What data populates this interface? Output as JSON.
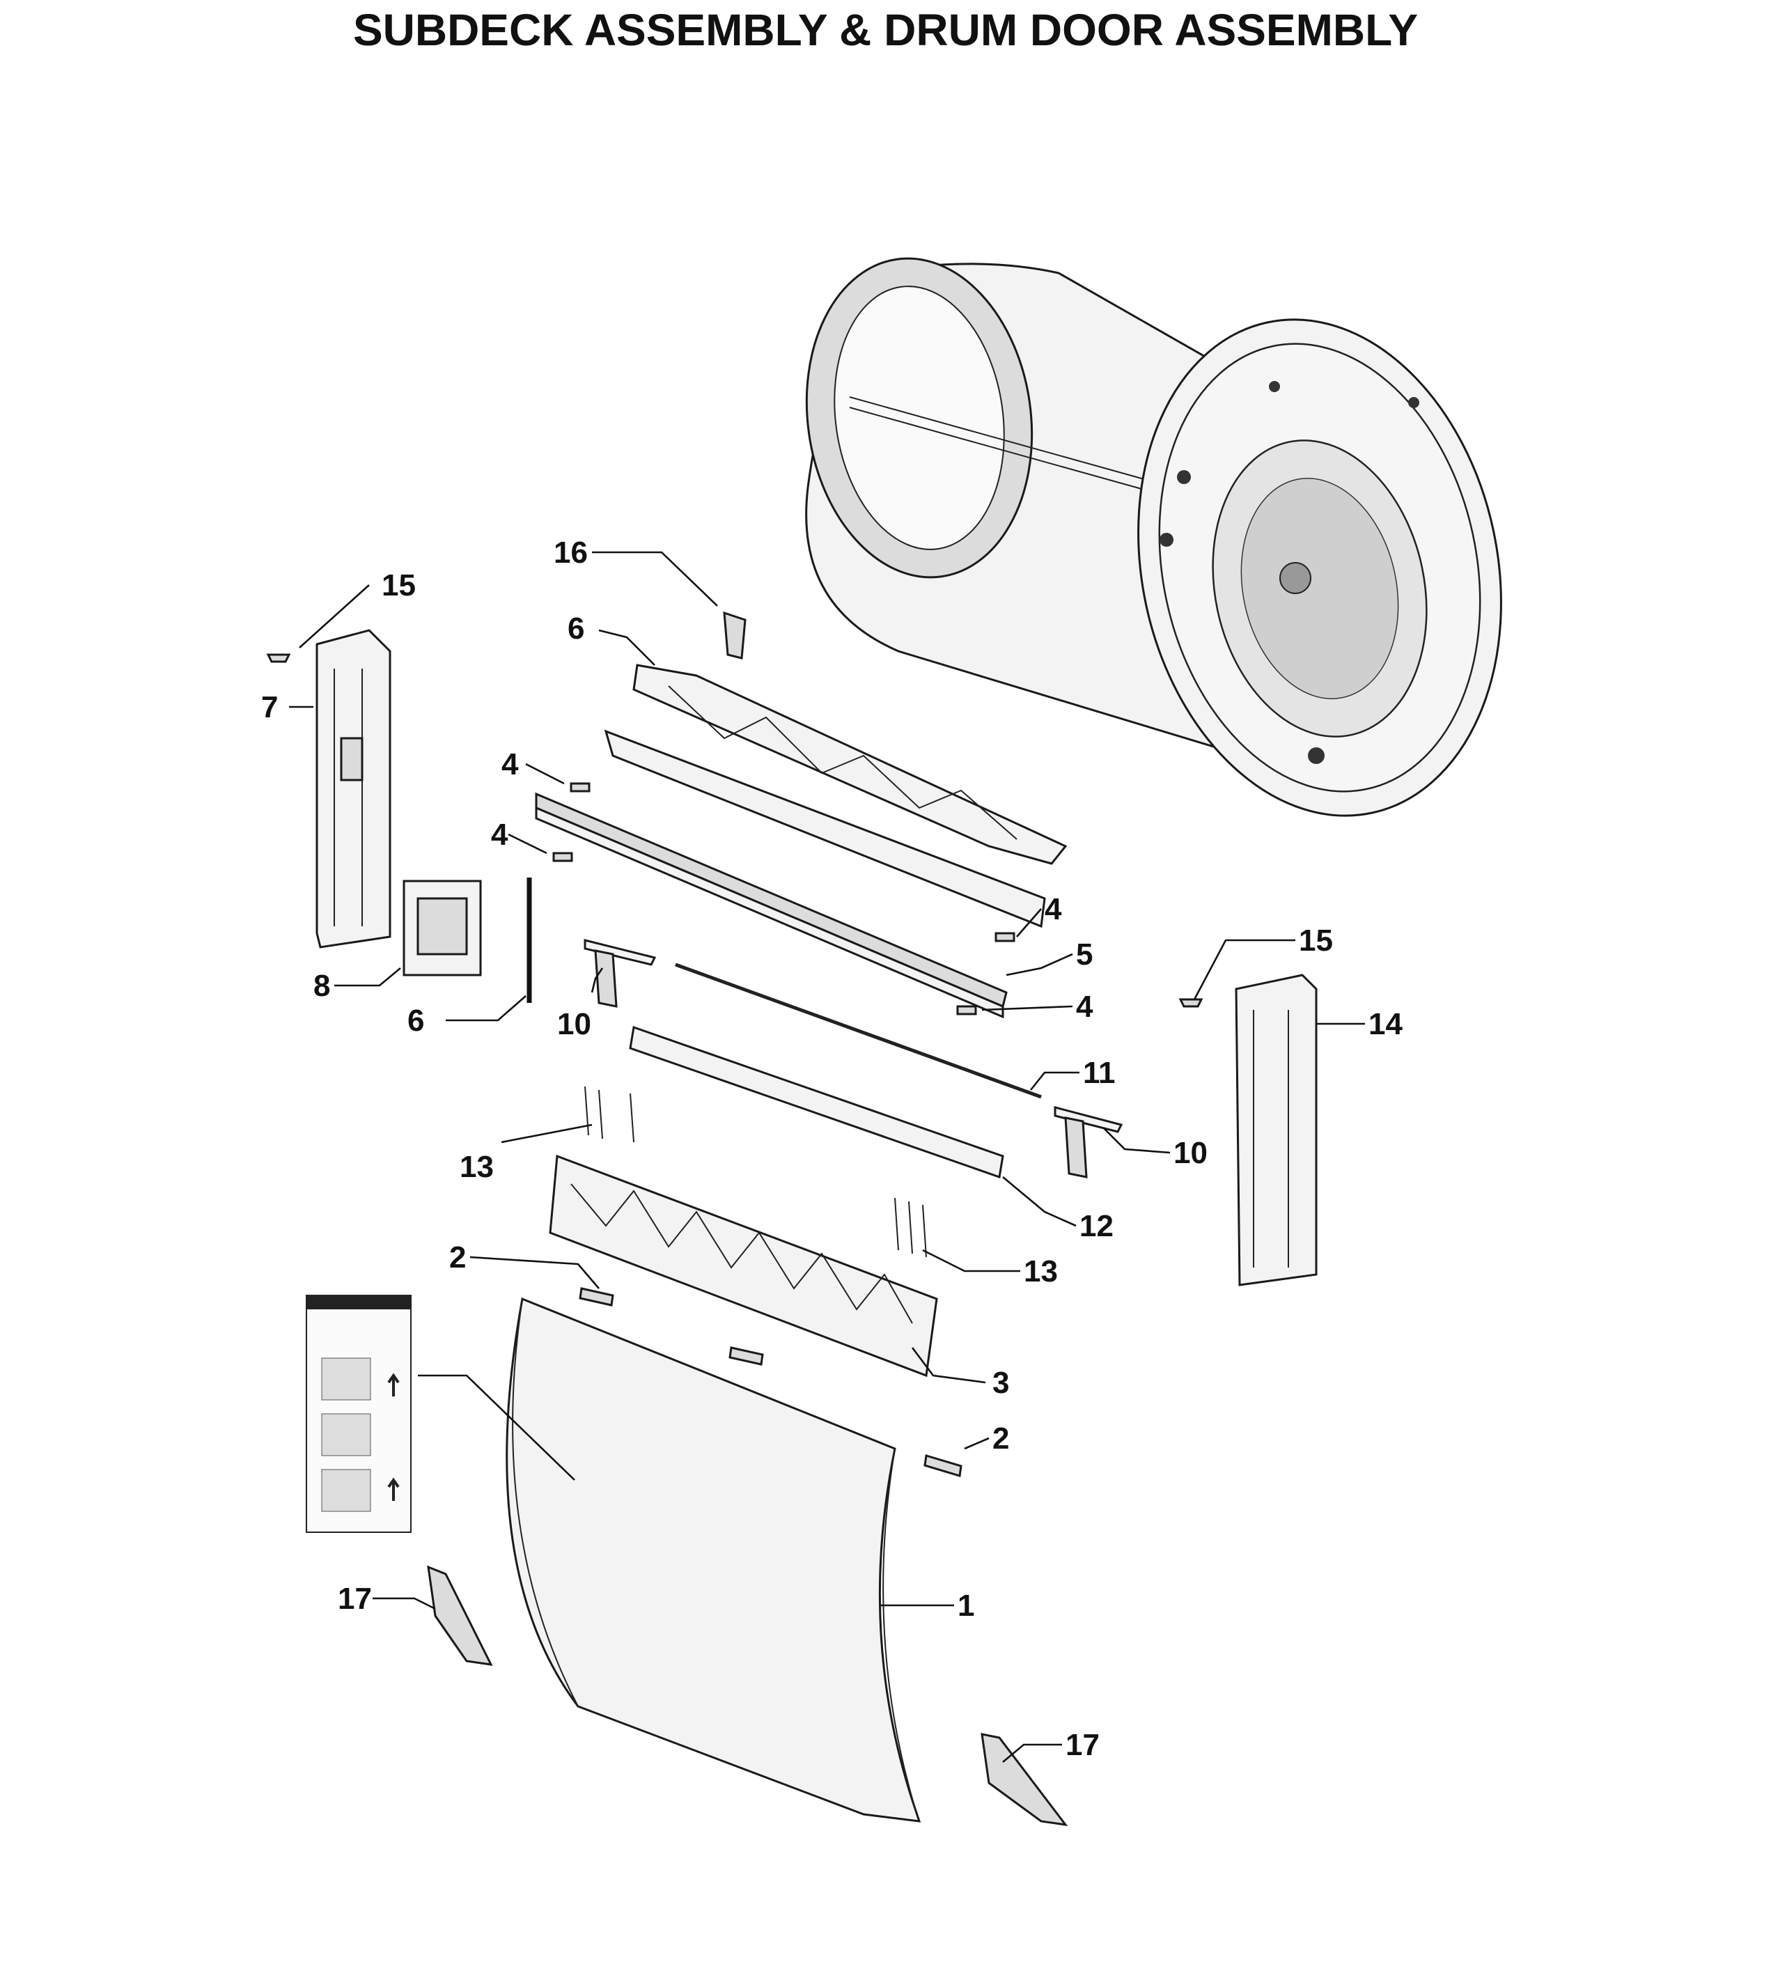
{
  "title": "SUBDECK ASSEMBLY & DRUM DOOR ASSEMBLY",
  "callouts": [
    {
      "id": "c1",
      "label": "1"
    },
    {
      "id": "c2a",
      "label": "2"
    },
    {
      "id": "c2b",
      "label": "2"
    },
    {
      "id": "c3",
      "label": "3"
    },
    {
      "id": "c4a",
      "label": "4"
    },
    {
      "id": "c4b",
      "label": "4"
    },
    {
      "id": "c4c",
      "label": "4"
    },
    {
      "id": "c4d",
      "label": "4"
    },
    {
      "id": "c5",
      "label": "5"
    },
    {
      "id": "c6a",
      "label": "6"
    },
    {
      "id": "c6b",
      "label": "6"
    },
    {
      "id": "c7",
      "label": "7"
    },
    {
      "id": "c8",
      "label": "8"
    },
    {
      "id": "c10a",
      "label": "10"
    },
    {
      "id": "c10b",
      "label": "10"
    },
    {
      "id": "c11",
      "label": "11"
    },
    {
      "id": "c12",
      "label": "12"
    },
    {
      "id": "c13a",
      "label": "13"
    },
    {
      "id": "c13b",
      "label": "13"
    },
    {
      "id": "c14",
      "label": "14"
    },
    {
      "id": "c15a",
      "label": "15"
    },
    {
      "id": "c15b",
      "label": "15"
    },
    {
      "id": "c16",
      "label": "16"
    },
    {
      "id": "c17a",
      "label": "17"
    },
    {
      "id": "c17b",
      "label": "17"
    }
  ]
}
